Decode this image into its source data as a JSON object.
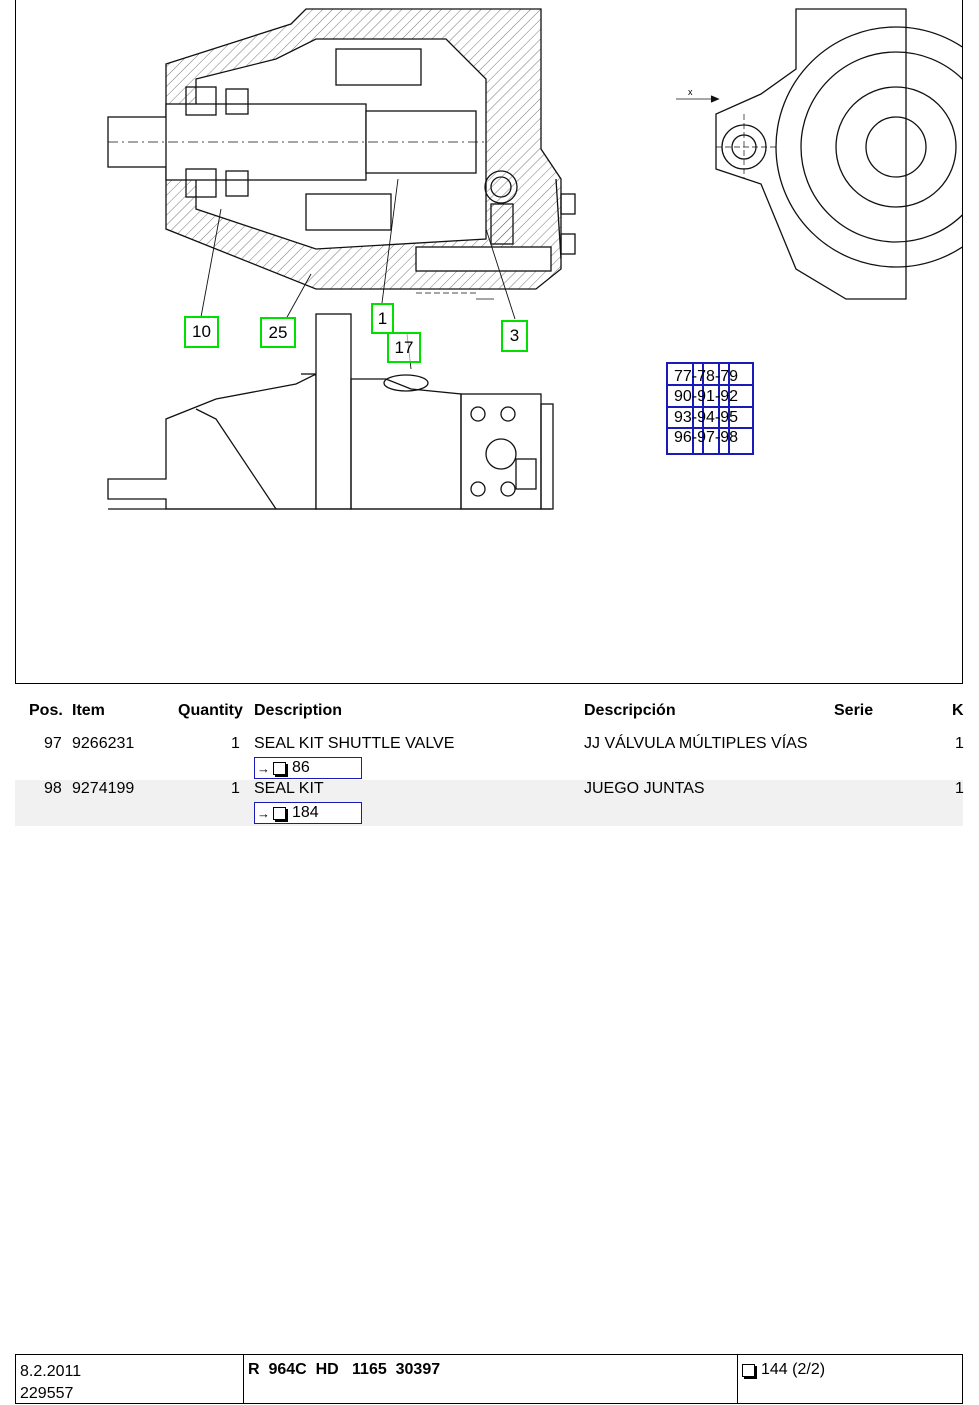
{
  "drawing": {
    "callouts": [
      {
        "label": "10"
      },
      {
        "label": "25"
      },
      {
        "label": "1"
      },
      {
        "label": "17"
      },
      {
        "label": "3"
      }
    ],
    "reference_grid": {
      "rows": [
        "77-78-79",
        "90-91-92",
        "93-94-95",
        "96-97-98"
      ]
    },
    "annotations": {
      "x_marker": "x"
    }
  },
  "table": {
    "headers": {
      "pos": "Pos.",
      "item": "Item",
      "quantity": "Quantity",
      "description": "Description",
      "descripcion": "Descripción",
      "serie": "Serie",
      "k": "K"
    },
    "rows": [
      {
        "pos": "97",
        "item": "9266231",
        "quantity": "1",
        "description": "SEAL KIT SHUTTLE VALVE",
        "descripcion": "JJ VÁLVULA MÚLTIPLES VÍAS",
        "serie": "",
        "k": "1",
        "ref_page": "86"
      },
      {
        "pos": "98",
        "item": "9274199",
        "quantity": "1",
        "description": "SEAL KIT",
        "descripcion": "JUEGO JUNTAS",
        "serie": "",
        "k": "1",
        "ref_page": "184"
      }
    ]
  },
  "footer": {
    "date": "8.2.2011",
    "doc_number": "229557",
    "model": "R  964C  HD   1165  30397",
    "page": "144 (2/2)"
  },
  "colors": {
    "callout_border": "#00e000",
    "link_border": "#1a1ab8",
    "alt_row": "#f1f1f1"
  }
}
